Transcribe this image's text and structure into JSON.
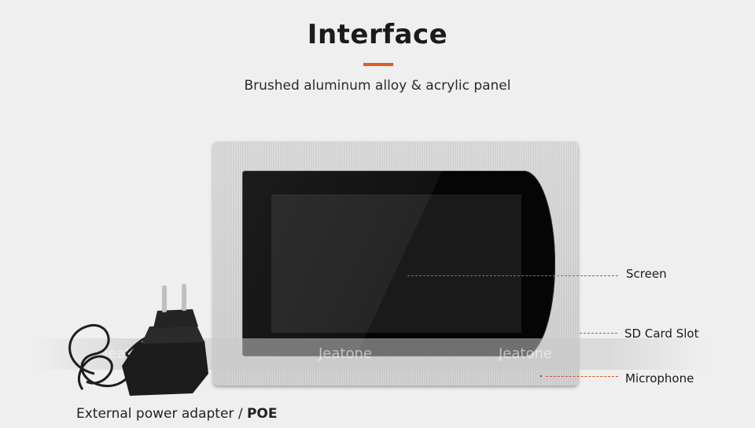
{
  "header": {
    "title": "Interface",
    "subtitle": "Brushed aluminum alloy & acrylic panel",
    "accent_color": "#e25c1e"
  },
  "watermarks": [
    "Jeatone",
    "Jeatone",
    "Jeatone"
  ],
  "callouts": {
    "screen": "Screen",
    "sd_card_slot": "SD Card Slot",
    "microphone": "Microphone",
    "line_color": "#d9541a"
  },
  "adapter_caption": {
    "text": "External power adapter / ",
    "bold": "POE"
  }
}
